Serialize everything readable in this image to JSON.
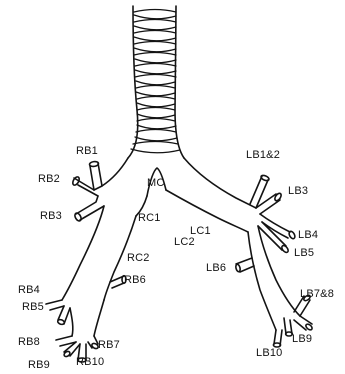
{
  "diagram": {
    "labels": {
      "rb1": "RB1",
      "rb2": "RB2",
      "rb3": "RB3",
      "rc1": "RC1",
      "mc": "MC",
      "rc2": "RC2",
      "rb4": "RB4",
      "rb5": "RB5",
      "rb6": "RB6",
      "rb7": "RB7",
      "rb8": "RB8",
      "rb9": "RB9",
      "rb10": "RB10",
      "lb12": "LB1&2",
      "lb3": "LB3",
      "lc1": "LC1",
      "lc2": "LC2",
      "lb4": "LB4",
      "lb5": "LB5",
      "lb6": "LB6",
      "lb78": "LB7&8",
      "lb9": "LB9",
      "lb10": "LB10"
    }
  }
}
